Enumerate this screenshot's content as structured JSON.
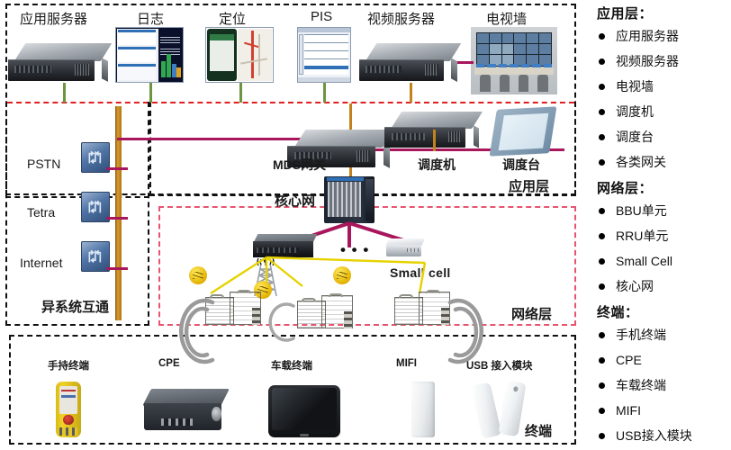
{
  "diagram": {
    "title_hidden": "",
    "colors": {
      "magenta_link": "#a8165c",
      "orange_link": "#c4821c",
      "green_link": "#6f9440",
      "yellow_fiber": "#e6d200",
      "app_box_border": "#111111",
      "net_box_border": "#e8546e"
    },
    "app_layer": {
      "layer_label": "应用层",
      "top_items": [
        {
          "label": "应用服务器",
          "icon": "rack-server-icon"
        },
        {
          "label": "日志",
          "icon": "log-dashboard-screenshot"
        },
        {
          "label": "定位",
          "icon": "location-map-screenshot"
        },
        {
          "label": "PIS",
          "icon": "pis-table-screenshot"
        },
        {
          "label": "视频服务器",
          "icon": "rack-server-icon"
        },
        {
          "label": "电视墙",
          "icon": "video-wall-photo"
        }
      ],
      "mid_items": [
        {
          "label": "MDS网关",
          "icon": "rack-server-icon"
        },
        {
          "label": "调度机",
          "icon": "rack-server-icon"
        },
        {
          "label": "调度台",
          "icon": "dispatch-console-icon"
        }
      ]
    },
    "interop": {
      "layer_label": "异系统互通",
      "items": [
        {
          "label": "PSTN",
          "icon": "network-switch-icon"
        },
        {
          "label": "Tetra",
          "icon": "network-switch-icon"
        },
        {
          "label": "Internet",
          "icon": "network-switch-icon"
        }
      ]
    },
    "core": {
      "label": "核心网",
      "icon": "core-network-chassis-icon"
    },
    "network_layer": {
      "layer_label": "网络层",
      "bbu_label": "",
      "small_cell_label": "Small cell",
      "ellipsis": "• • •",
      "nodes": [
        {
          "label": "",
          "icon": "bbu-unit-icon"
        },
        {
          "label": "Small cell",
          "icon": "small-cell-icon"
        },
        {
          "label": "",
          "icon": "rru-unit-icon"
        },
        {
          "label": "",
          "icon": "rru-unit-icon"
        },
        {
          "label": "",
          "icon": "rru-unit-icon"
        },
        {
          "label": "",
          "icon": "antenna-tower-icon"
        }
      ]
    },
    "terminal_layer": {
      "layer_label": "终端",
      "items": [
        {
          "label": "手持终端",
          "icon": "handheld-terminal-icon"
        },
        {
          "label": "CPE",
          "icon": "cpe-device-icon"
        },
        {
          "label": "车载终端",
          "icon": "vehicle-tablet-icon"
        },
        {
          "label": "MIFI",
          "icon": "mifi-device-icon"
        },
        {
          "label": "USB 接入模块",
          "icon": "usb-module-icon"
        }
      ]
    }
  },
  "sidebar": {
    "groups": [
      {
        "heading": "应用层：",
        "items": [
          "应用服务器",
          "视频服务器",
          "电视墙",
          "调度机",
          "调度台",
          "各类网关"
        ]
      },
      {
        "heading": "网络层：",
        "items": [
          "BBU单元",
          "RRU单元",
          "Small Cell",
          "核心网"
        ]
      },
      {
        "heading": "终端：",
        "items": [
          "手机终端",
          "CPE",
          "车载终端",
          "MIFI",
          "USB接入模块"
        ]
      }
    ]
  }
}
